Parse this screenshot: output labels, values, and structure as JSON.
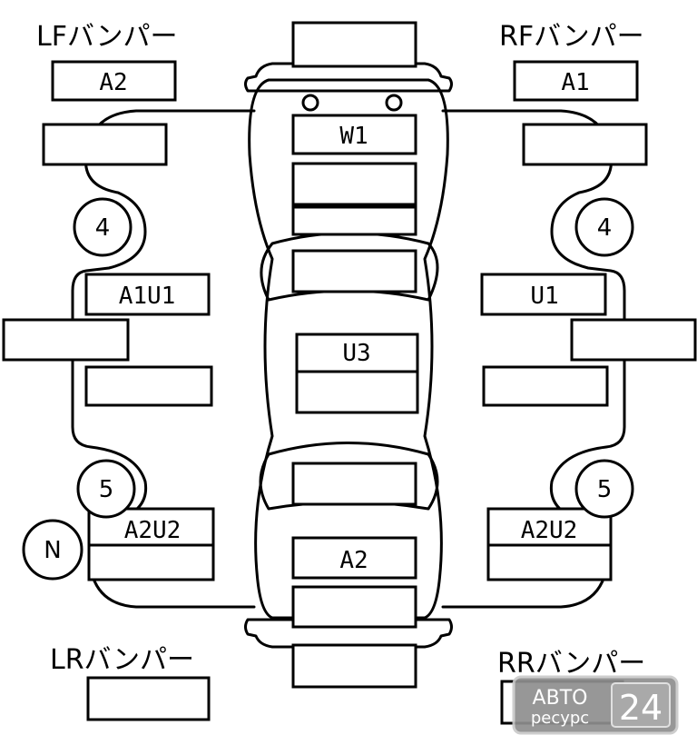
{
  "corners": {
    "lf": "LFバンパー",
    "rf": "RFバンパー",
    "lr": "LRバンパー",
    "rr": "RRバンパー"
  },
  "codes": {
    "lf_bumper": "A2",
    "rf_bumper": "A1",
    "windshield": "W1",
    "roof": "U3",
    "rear_panel": "A2",
    "left_front_door": "A1U1",
    "right_front_door": "U1",
    "left_rear": "A2U2",
    "right_rear": "A2U2"
  },
  "markers": {
    "left_front_wheel": "4",
    "right_front_wheel": "4",
    "left_rear_wheel": "5",
    "right_rear_wheel": "5",
    "left_extra": "N"
  },
  "watermark": {
    "line1": "АВТО",
    "line2": "ресурс",
    "number": "24"
  }
}
